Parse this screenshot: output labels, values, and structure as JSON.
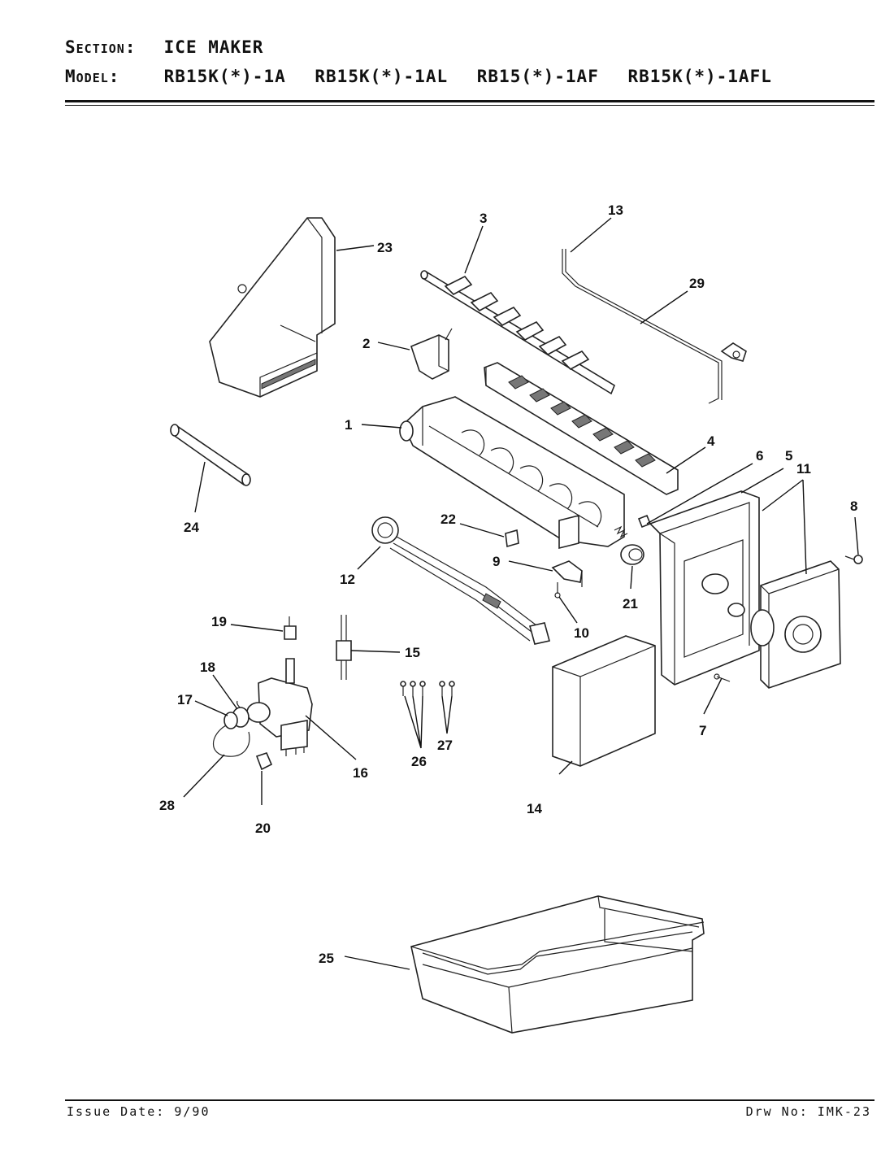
{
  "header": {
    "section_label": "Section:",
    "section_value": "ICE MAKER",
    "model_label": "Model:",
    "models": [
      "RB15K(*)-1A",
      "RB15K(*)-1AL",
      "RB15(*)-1AF",
      "RB15K(*)-1AFL"
    ]
  },
  "callouts": [
    "1",
    "2",
    "3",
    "4",
    "5",
    "6",
    "7",
    "8",
    "9",
    "10",
    "11",
    "12",
    "13",
    "14",
    "15",
    "16",
    "17",
    "18",
    "19",
    "20",
    "21",
    "22",
    "23",
    "24",
    "25",
    "26",
    "27",
    "28",
    "29"
  ],
  "footer": {
    "issue_date": "Issue Date: 9/90",
    "drawing_no": "Drw No: IMK-23"
  }
}
